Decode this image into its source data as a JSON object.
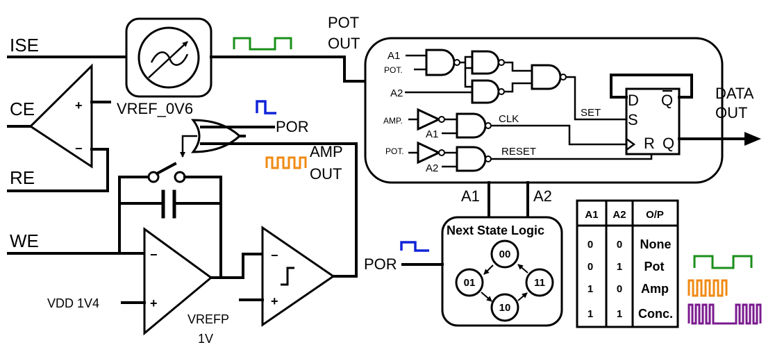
{
  "colors": {
    "pot": "#1a8f1a",
    "amp": "#f08a12",
    "conc": "#7a1a8e",
    "por": "#1024d8"
  },
  "inputs": {
    "ise": "ISE",
    "ce": "CE",
    "re": "RE",
    "we": "WE"
  },
  "labels": {
    "pot_out_1": "POT",
    "pot_out_2": "OUT",
    "vref_0v6": "VREF_0V6",
    "por": "POR",
    "amp_out_1": "AMP",
    "amp_out_2": "OUT",
    "vdd": "VDD 1V4",
    "vrefp_1": "VREFP",
    "vrefp_2": "1V",
    "data_out_1": "DATA",
    "data_out_2": "OUT",
    "a1": "A1",
    "a2": "A2",
    "por_in": "POR",
    "plus": "+",
    "minus": "−"
  },
  "logic": {
    "a1": "A1",
    "pot": "POT.",
    "a2": "A2",
    "amp": "AMP.",
    "a1b": "A1",
    "potb": "POT.",
    "a2b": "A2",
    "clk": "CLK",
    "reset": "RESET",
    "set": "SET",
    "ff_d": "D",
    "ff_qbar": "Q",
    "ff_s": "S",
    "ff_r": "R",
    "ff_q": "Q"
  },
  "fsm": {
    "title": "Next State Logic",
    "states": [
      "00",
      "01",
      "11",
      "10"
    ]
  },
  "truth_table": {
    "headers": [
      "A1",
      "A2",
      "O/P"
    ],
    "rows": [
      {
        "a1": "0",
        "a2": "0",
        "op": "None"
      },
      {
        "a1": "0",
        "a2": "1",
        "op": "Pot"
      },
      {
        "a1": "1",
        "a2": "0",
        "op": "Amp"
      },
      {
        "a1": "1",
        "a2": "1",
        "op": "Conc."
      }
    ]
  }
}
